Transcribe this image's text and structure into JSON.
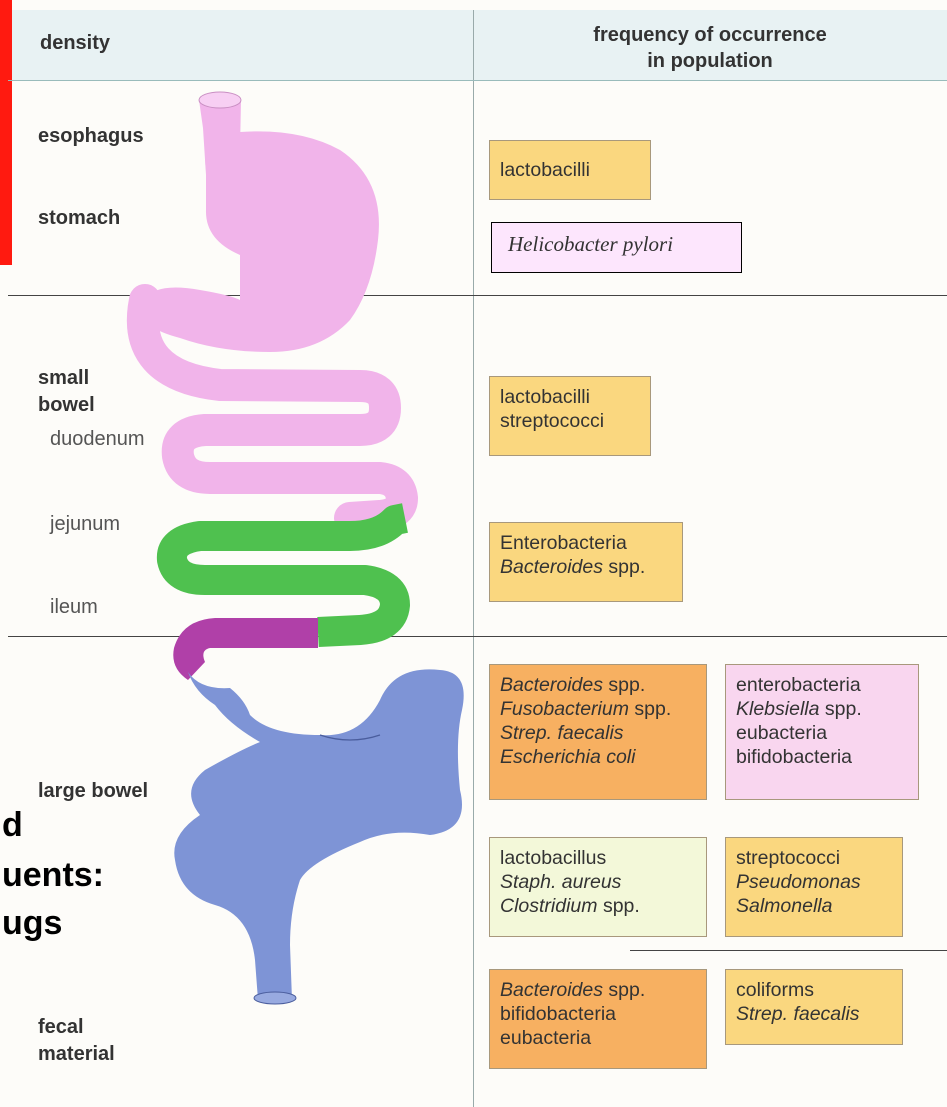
{
  "header": {
    "col1": "density",
    "col2_line1": "frequency of occurrence",
    "col2_line2": "in population"
  },
  "segments": {
    "esophagus": "esophagus",
    "stomach": "stomach",
    "small_bowel_1": "small",
    "small_bowel_2": "bowel",
    "duodenum": "duodenum",
    "jejunum": "jejunum",
    "ileum": "ileum",
    "large_bowel": "large bowel",
    "fecal_1": "fecal",
    "fecal_2": "material"
  },
  "boxes": {
    "stomach_1": [
      "lactobacilli"
    ],
    "stomach_2": [
      "Helicobacter pylori"
    ],
    "duodenum": [
      "lactobacilli",
      "streptococci"
    ],
    "jejunum": [
      "Enterobacteria",
      "Bacteroides",
      " spp."
    ],
    "large_1": [
      "Bacteroides",
      " spp.",
      "Fusobacterium",
      " spp.",
      "Strep. faecalis",
      "Escherichia coli"
    ],
    "large_2": [
      "enterobacteria",
      "Klebsiella",
      " spp.",
      "eubacteria",
      "bifidobacteria"
    ],
    "large_3": [
      "lactobacillus",
      "Staph. aureus",
      "Clostridium",
      " spp."
    ],
    "large_4": [
      "streptococci",
      "Pseudomonas",
      "Salmonella"
    ],
    "fecal_1": [
      "Bacteroides",
      " spp.",
      "bifidobacteria",
      "eubacteria"
    ],
    "fecal_2": [
      "coliforms",
      "Strep. faecalis"
    ]
  },
  "overlay_text": [
    "d",
    "uents:",
    "ugs"
  ],
  "colors": {
    "stomach_pink": "#f1b4ea",
    "green": "#4fc14f",
    "purple": "#b040a8",
    "blue": "#7e94d6",
    "box_yellow": "#fad77f",
    "box_orange": "#f7b061",
    "box_pink": "#f9d6ef",
    "box_lightgreen": "#f3f8d9",
    "red_bar": "#ff1a10"
  }
}
